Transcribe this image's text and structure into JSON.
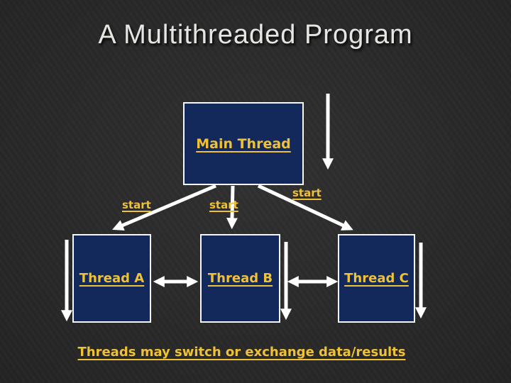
{
  "slide": {
    "title": "A Multithreaded Program",
    "boxes": {
      "main": {
        "label": "Main Thread"
      },
      "a": {
        "label": "Thread A"
      },
      "b": {
        "label": "Thread B"
      },
      "c": {
        "label": "Thread C"
      }
    },
    "start_labels": {
      "left": "start",
      "middle": "start",
      "right": "start"
    },
    "footer": "Threads may switch or exchange data/results",
    "colors": {
      "background": "#2b2a2b",
      "box_fill": "#13295c",
      "box_border": "#f7f7f5",
      "label_yellow": "#eec136",
      "title_text": "#e6e5e2",
      "arrow_white": "#ffffff"
    }
  }
}
